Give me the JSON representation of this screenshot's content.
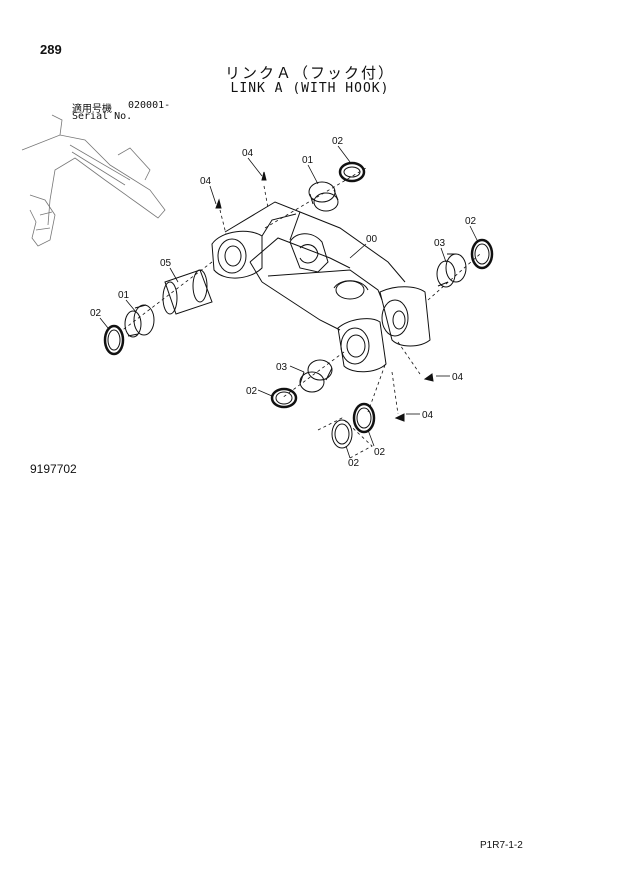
{
  "header": {
    "page_number": "289",
    "title_jp": "リンクＡ（フック付）",
    "title_en": "LINK A (WITH HOOK)",
    "serial_label_jp": "適用号機",
    "serial_value": "020001-",
    "serial_label_en": "Serial No."
  },
  "figure": {
    "figure_number": "9197702",
    "callouts": {
      "c00": "00",
      "c01a": "01",
      "c01b": "01",
      "c02a": "02",
      "c02b": "02",
      "c02c": "02",
      "c02d": "02",
      "c02e": "02",
      "c02f": "02",
      "c03a": "03",
      "c03b": "03",
      "c04a": "04",
      "c04b": "04",
      "c04c": "04",
      "c04d": "04",
      "c05": "05"
    }
  },
  "footer": {
    "page_code": "P1R7-1-2"
  }
}
